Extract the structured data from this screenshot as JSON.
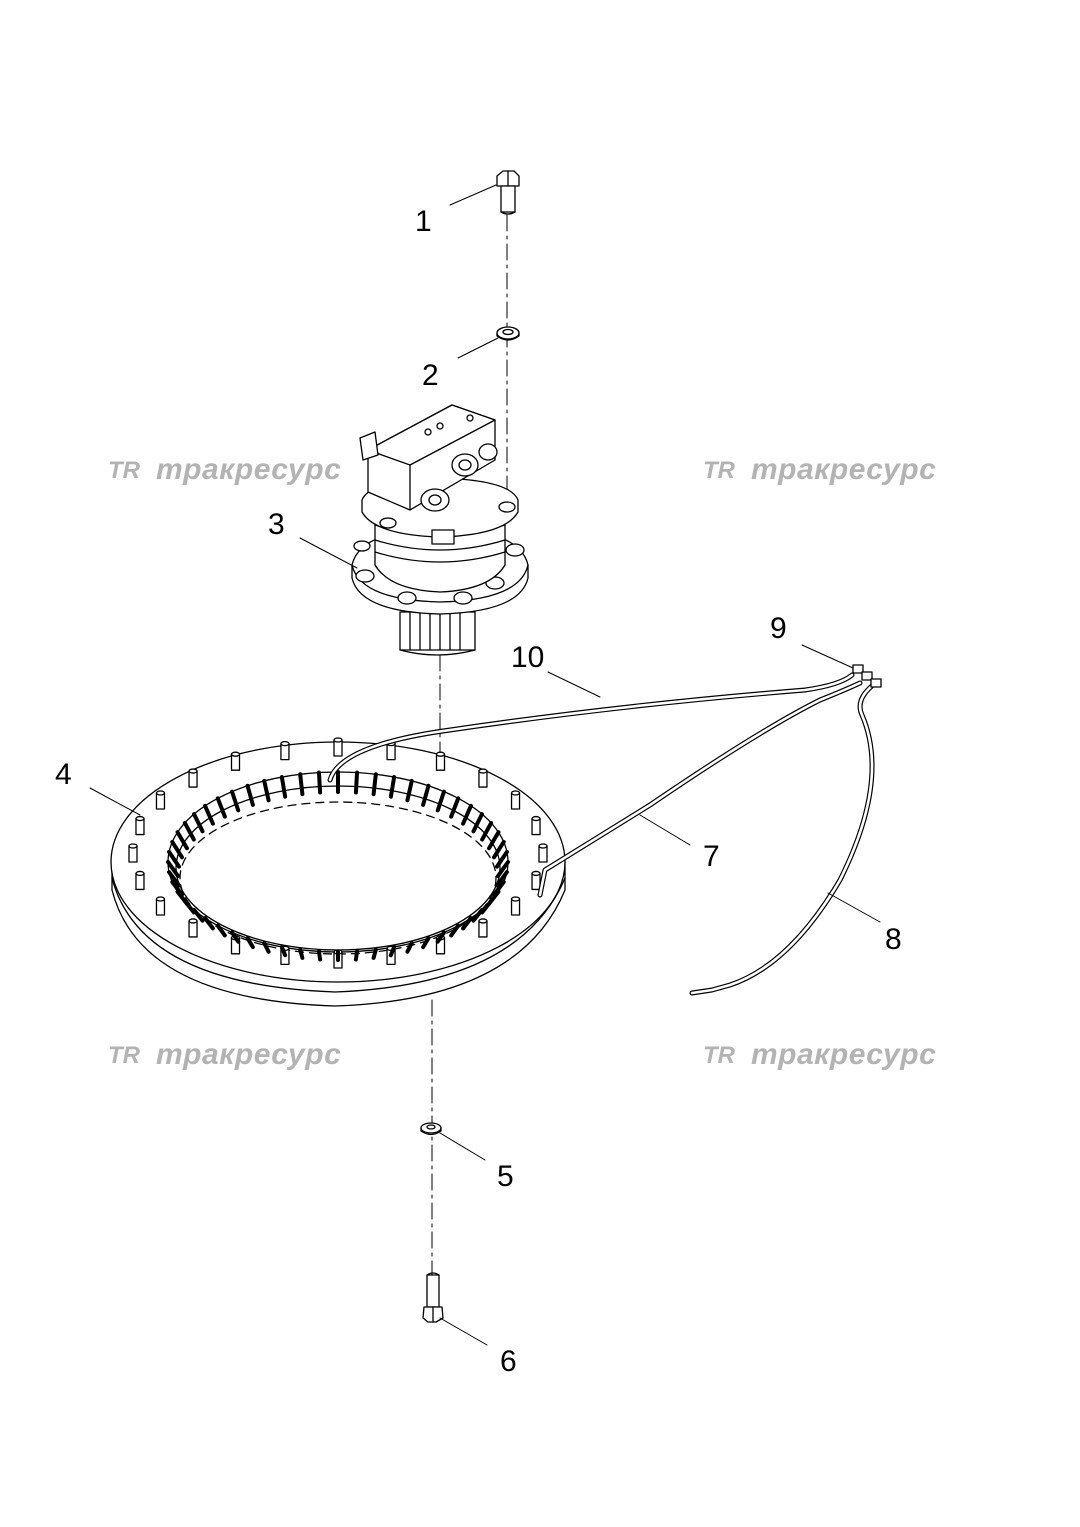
{
  "callouts": {
    "c1": "1",
    "c2": "2",
    "c3": "3",
    "c4": "4",
    "c5": "5",
    "c6": "6",
    "c7": "7",
    "c8": "8",
    "c9": "9",
    "c10": "10"
  },
  "watermark": {
    "text": "тракресурс",
    "logo_icon": "tr-logo-icon",
    "color": "#b3b3b3"
  },
  "colors": {
    "line": "#000000",
    "background": "#ffffff"
  }
}
